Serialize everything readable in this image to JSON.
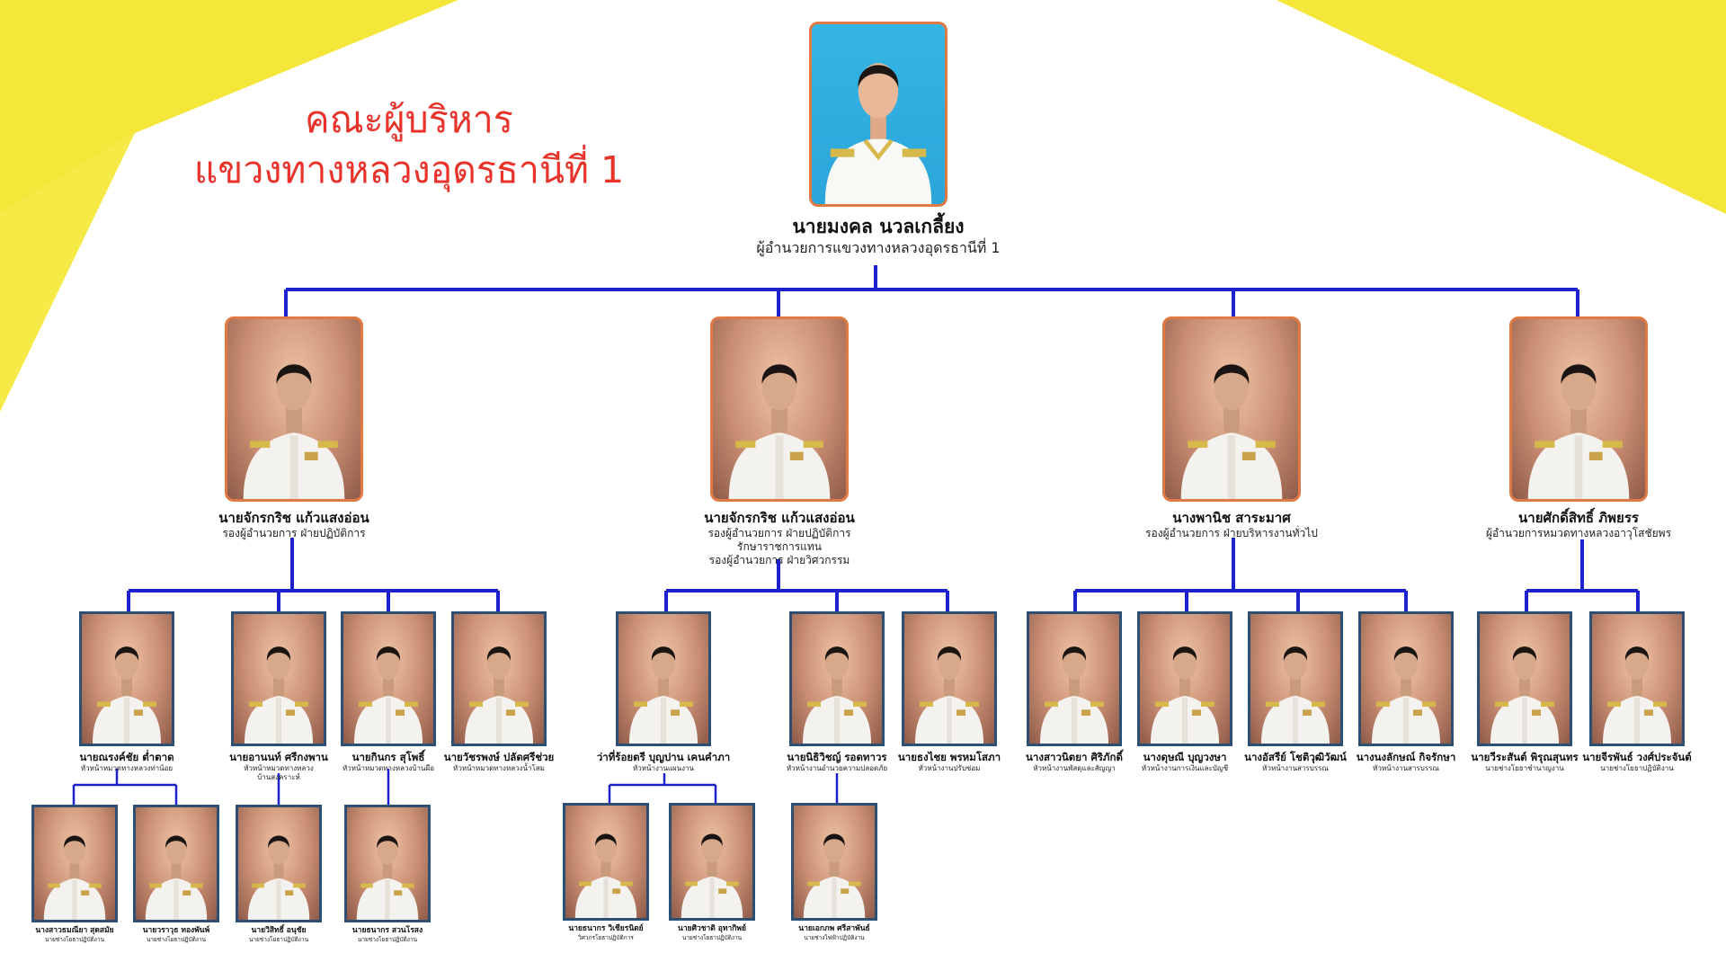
{
  "title": {
    "line1": "คณะผู้บริหาร",
    "line2": "แขวงทางหลวงอุดรธานีที่ 1"
  },
  "colors": {
    "accent_yellow": "#f5e63a",
    "title_red": "#e8332b",
    "connector_blue": "#1e22cc",
    "frame_orange": "#e07a45",
    "frame_navy": "#2c4f73"
  },
  "director": {
    "name": "นายมงคล นวลเกลี้ยง",
    "position": "ผู้อำนวยการแขวงทางหลวงอุดรธานีที่ 1"
  },
  "deputies": [
    {
      "name": "นายจักรกริช แก้วแสงอ่อน",
      "position": [
        "รองผู้อำนวยการ ฝ่ายปฏิบัติการ"
      ]
    },
    {
      "name": "นายจักรกริช แก้วแสงอ่อน",
      "position": [
        "รองผู้อำนวยการ ฝ่ายปฏิบัติการ",
        "รักษาราชการแทน",
        "รองผู้อำนวยการ ฝ่ายวิศวกรรม"
      ]
    },
    {
      "name": "นางพานิช สาระมาศ",
      "position": [
        "รองผู้อำนวยการ ฝ่ายบริหารงานทั่วไป"
      ]
    },
    {
      "name": "นายศักดิ์สิทธิ์ ภิพยรร",
      "position": [
        "ผู้อำนวยการหมวดทางหลวงอาวุโสชัยพร"
      ]
    }
  ],
  "heads": [
    {
      "name": "นายณรงค์ชัย ต่ำตาด",
      "position": [
        "หัวหน้าหมวดทางหลวงท่าน้อย"
      ]
    },
    {
      "name": "นายอานนท์ ศรีกงพาน",
      "position": [
        "หัวหน้าหมวดทางหลวง",
        "บ้านสงคราะห์"
      ]
    },
    {
      "name": "นายกินกร สุโพธิ์",
      "position": [
        "หัวหน้าหมวดทางหลวงบ้านผือ"
      ]
    },
    {
      "name": "นายวัชรพงษ์ ปลัดศรีช่วย",
      "position": [
        "หัวหน้าหมวดทางหลวงน้ำโสม"
      ]
    },
    {
      "name": "ว่าที่ร้อยตรี บุญปาน เคนคำภา",
      "position": [
        "หัวหน้างานแผนงาน"
      ]
    },
    {
      "name": "นายนิธิวิชญ์ รอดทาวร",
      "position": [
        "หัวหน้างานอำนวยความปลอดภัย"
      ]
    },
    {
      "name": "นายธงไชย พรหมโสภา",
      "position": [
        "หัวหน้างานปรับซ่อม"
      ]
    },
    {
      "name": "นางสาวนิตยา ศิริภักดิ์",
      "position": [
        "หัวหน้างานพัสดุและสัญญา"
      ]
    },
    {
      "name": "นางดุษณี บุญวงษา",
      "position": [
        "หัวหน้างานการเงินและบัญชี"
      ]
    },
    {
      "name": "นางอัสรีย์ โชติวุฒิวัฒน์",
      "position": [
        "หัวหน้างานสารบรรณ"
      ]
    },
    {
      "name": "นางนงลักษณ์ กิจรักษา",
      "position": [
        "หัวหน้างานสารบรรณ"
      ]
    },
    {
      "name": "นายวีระสันต์ พิรุณสุนทร",
      "position": [
        "นายช่างโยธาชำนาญงาน"
      ]
    },
    {
      "name": "นายจีรพันธ์ วงศ์ประจันต์",
      "position": [
        "นายช่างโยธาปฏิบัติงาน"
      ]
    }
  ],
  "staff": [
    {
      "name": "นางสาวธมณียา สุดสมัย",
      "position": [
        "นายช่างโยธาปฏิบัติงาน"
      ]
    },
    {
      "name": "นายวราวุธ ทองพันพ์",
      "position": [
        "นายช่างโยธาปฏิบัติงาน"
      ]
    },
    {
      "name": "นายวิสิทธิ์ อนุชัย",
      "position": [
        "นายช่างโยธาปฏิบัติงาน"
      ]
    },
    {
      "name": "นายธนากร สวนโรสง",
      "position": [
        "นายช่างโยธาปฏิบัติงาน"
      ]
    },
    {
      "name": "นายธนากร วิเชียรนิตย์",
      "position": [
        "วิศวกรโยธาปฏิบัติการ"
      ]
    },
    {
      "name": "นายศิวชาติ อุทากิพย์",
      "position": [
        "นายช่างโยธาปฏิบัติงาน"
      ]
    },
    {
      "name": "นายเอกภพ ศรีสาพันธ์",
      "position": [
        "นายช่างไฟฟ้าปฏิบัติงาน"
      ]
    }
  ]
}
